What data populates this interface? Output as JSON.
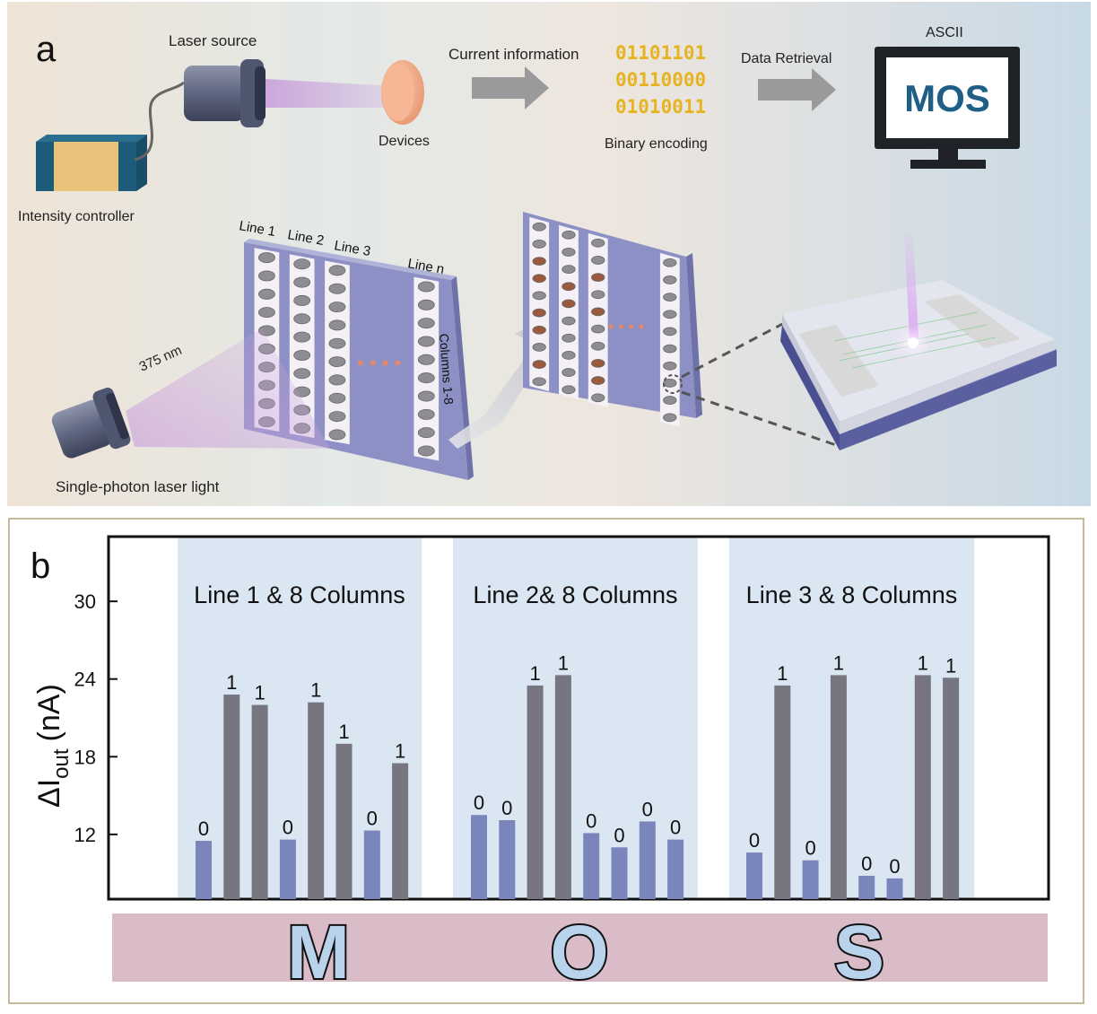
{
  "panel_a": {
    "label": "a",
    "laser_source": "Laser source",
    "intensity_controller": "Intensity controller",
    "devices": "Devices",
    "current_information": "Current information",
    "binary_lines": [
      "01101101",
      "00110000",
      "01010011"
    ],
    "binary_encoding": "Binary encoding",
    "data_retrieval": "Data Retrieval",
    "ascii": "ASCII",
    "monitor_text": "MOS",
    "wavelength": "375 nm",
    "single_photon": "Single-photon laser light",
    "line_labels": [
      "Line 1",
      "Line 2",
      "Line 3",
      "Line n"
    ],
    "columns_label": "Columns 1-8",
    "colors": {
      "binary": "#e6b422",
      "monitor_text": "#1f5f86",
      "photon": "#c9a0dc"
    }
  },
  "panel_b": {
    "label": "b",
    "letters": [
      "M",
      "O",
      "S"
    ],
    "colors": {
      "low": "#7a85bb",
      "high": "#777580",
      "group_bg": "#dbe6f3",
      "ribbon": "#d9bcc8"
    }
  },
  "chart_data": {
    "type": "bar",
    "ylabel_main": "ΔI",
    "ylabel_sub": "out",
    "ylabel_unit": "(nA)",
    "yticks": [
      12,
      18,
      24,
      30
    ],
    "ylim": [
      7,
      35
    ],
    "groups": [
      {
        "title": "Line 1 & 8 Columns",
        "values": [
          11.5,
          22.8,
          22.0,
          11.6,
          22.2,
          19.0,
          12.3,
          17.5
        ],
        "labels": [
          "0",
          "1",
          "1",
          "0",
          "1",
          "1",
          "0",
          "1"
        ]
      },
      {
        "title": "Line 2& 8 Columns",
        "values": [
          13.5,
          13.1,
          23.5,
          24.3,
          12.1,
          11.0,
          13.0,
          11.6
        ],
        "labels": [
          "0",
          "0",
          "1",
          "1",
          "0",
          "0",
          "0",
          "0"
        ]
      },
      {
        "title": "Line 3 & 8 Columns",
        "values": [
          10.6,
          23.5,
          10.0,
          24.3,
          8.8,
          8.6,
          24.3,
          24.1
        ],
        "labels": [
          "0",
          "1",
          "0",
          "1",
          "0",
          "0",
          "1",
          "1"
        ]
      }
    ]
  }
}
